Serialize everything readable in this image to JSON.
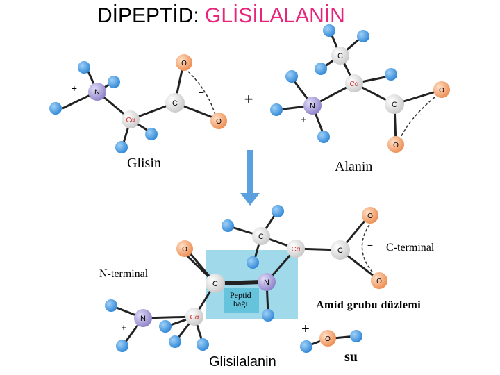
{
  "title": {
    "part1": "DİPEPTİD: ",
    "part2": "GLİSİLALANİN"
  },
  "labels": {
    "glisin": "Glisin",
    "alanin": "Alanin",
    "c_terminal": "C-terminal",
    "n_terminal": "N-terminal",
    "peptid_bond_line1": "Peptid",
    "peptid_bond_line2": "bağı",
    "amid_plane": "Amid grubu düzlemi",
    "product": "Glisilalanin",
    "water": "su"
  },
  "atom_symbols": {
    "nitrogen": "N",
    "carbon": "C",
    "oxygen": "O",
    "alpha_carbon": "Cα"
  },
  "charges": {
    "plus": "+",
    "minus": "−"
  },
  "colors": {
    "title_dark": "#000000",
    "title_accent": "#e8257a",
    "hydrogen": "#3d9be0",
    "nitrogen": "#a49ad6",
    "carbon": "#e8e8e8",
    "oxygen": "#f2a070",
    "amid_plane": "#8fd3e6",
    "arrow": "#5aa0de"
  }
}
